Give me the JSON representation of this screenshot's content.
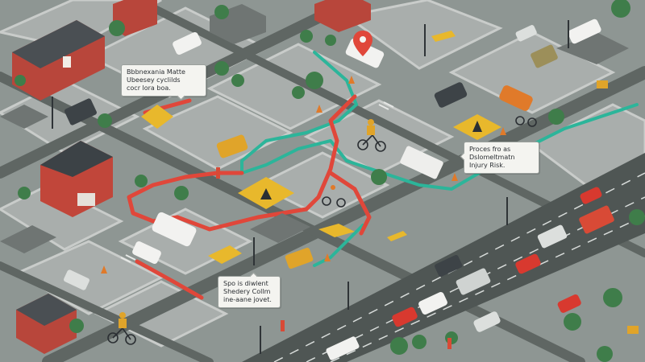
{
  "callouts": {
    "top_left": {
      "lines": [
        "Bbbnexania Matte",
        "Ubeesey cyclilds",
        "cocr lora boa."
      ]
    },
    "right": {
      "lines": [
        "Proces fro as",
        "Dslomeltmatn",
        "Injury Risk."
      ]
    },
    "bottom": {
      "lines": [
        "Spo is diwlent",
        "Shedery Collm",
        "ine-aane jovet."
      ]
    }
  },
  "colors": {
    "ground": "#8e9693",
    "road": "#5f6663",
    "sidewalk": "#c9ccca",
    "block": "#a9aeac",
    "route_green": "#2cb59a",
    "route_red": "#e0473a",
    "warning_yellow": "#e8b82c",
    "building_red": "#b8463b",
    "roof_dark": "#4a4f53",
    "tree": "#3f7d4a"
  },
  "icons": [
    "map-pin-icon",
    "warning-sign-icon",
    "cyclist-icon",
    "traffic-cone-icon"
  ]
}
